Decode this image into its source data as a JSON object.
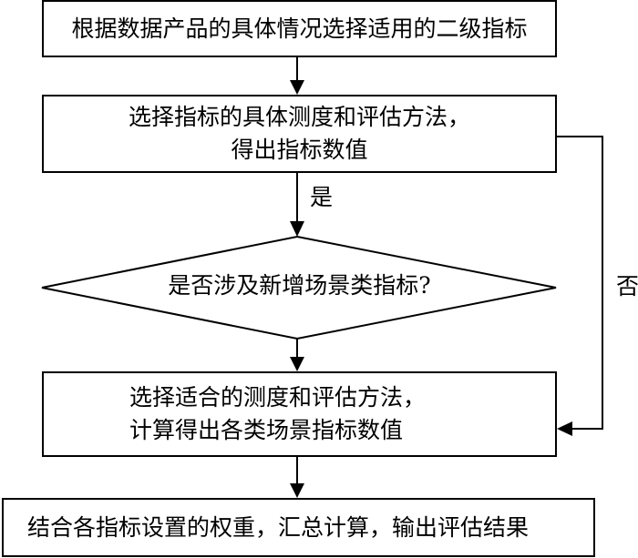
{
  "diagram": {
    "type": "flowchart",
    "steps": [
      {
        "id": "step1",
        "kind": "process",
        "lines": [
          "根据数据产品的具体情况选择适用的二级指标"
        ]
      },
      {
        "id": "step2",
        "kind": "process",
        "lines": [
          "选择指标的具体测度和评估方法，",
          "得出指标数值"
        ]
      },
      {
        "id": "decision",
        "kind": "decision",
        "lines": [
          "是否涉及新增场景类指标?"
        ]
      },
      {
        "id": "step3",
        "kind": "process",
        "lines": [
          "选择适合的测度和评估方法，",
          "计算得出各类场景指标数值"
        ]
      },
      {
        "id": "step4",
        "kind": "process",
        "lines": [
          "结合各指标设置的权重，汇总计算，输出评估结果"
        ]
      }
    ],
    "edges": [
      {
        "from": "step1",
        "to": "step2",
        "label": ""
      },
      {
        "from": "step2",
        "to": "decision",
        "label": "是"
      },
      {
        "from": "step2",
        "to": "step3",
        "label": "否"
      },
      {
        "from": "decision",
        "to": "step3",
        "label": ""
      },
      {
        "from": "step3",
        "to": "step4",
        "label": ""
      }
    ],
    "labels": {
      "yes": "是",
      "no": "否"
    }
  }
}
